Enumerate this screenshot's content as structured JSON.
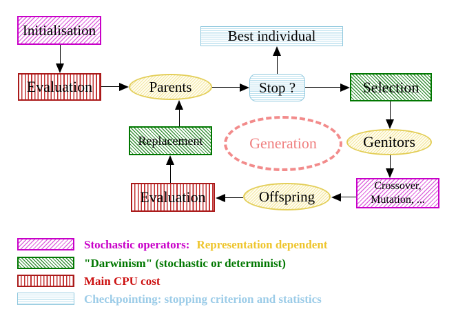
{
  "diagram": {
    "nodes": {
      "initialisation": "Initialisation",
      "evaluation_top": "Evaluation",
      "best_individual": "Best individual",
      "parents": "Parents",
      "stop": "Stop ?",
      "selection": "Selection",
      "replacement": "Replacement",
      "generation": "Generation",
      "genitors": "Genitors",
      "evaluation_bottom": "Evaluation",
      "offspring": "Offspring",
      "crossover_line1": "Crossover,",
      "crossover_line2": "Mutation, ..."
    },
    "edges": [
      {
        "from": "Initialisation",
        "to": "Evaluation"
      },
      {
        "from": "Evaluation",
        "to": "Parents"
      },
      {
        "from": "Parents",
        "to": "Stop ?"
      },
      {
        "from": "Stop ?",
        "to": "Best individual"
      },
      {
        "from": "Stop ?",
        "to": "Selection"
      },
      {
        "from": "Selection",
        "to": "Genitors"
      },
      {
        "from": "Genitors",
        "to": "Crossover, Mutation, ..."
      },
      {
        "from": "Crossover, Mutation, ...",
        "to": "Offspring"
      },
      {
        "from": "Offspring",
        "to": "Evaluation"
      },
      {
        "from": "Evaluation",
        "to": "Replacement"
      },
      {
        "from": "Replacement",
        "to": "Parents"
      }
    ]
  },
  "legend": {
    "rows": [
      {
        "swatch": "magenta-diagonal-hatch",
        "label": "Stochastic operators:",
        "label2": "Representation dependent"
      },
      {
        "swatch": "green-diagonal-hatch",
        "label": "\"Darwinism\" (stochastic or determinist)"
      },
      {
        "swatch": "red-vertical-stripes",
        "label": "Main CPU cost"
      },
      {
        "swatch": "cyan-horizontal-stripes",
        "label": "Checkpointing: stopping criterion and statistics"
      }
    ]
  },
  "colors": {
    "magenta": "#C800C8",
    "dark_green": "#007700",
    "red": "#CC1111",
    "cyan_border": "#8FC8DE",
    "cyan_text": "#9CCCE8",
    "yellow_border": "#E3CE58",
    "gold_text": "#EEC52C",
    "coral": "#F08080",
    "black": "#000000"
  }
}
